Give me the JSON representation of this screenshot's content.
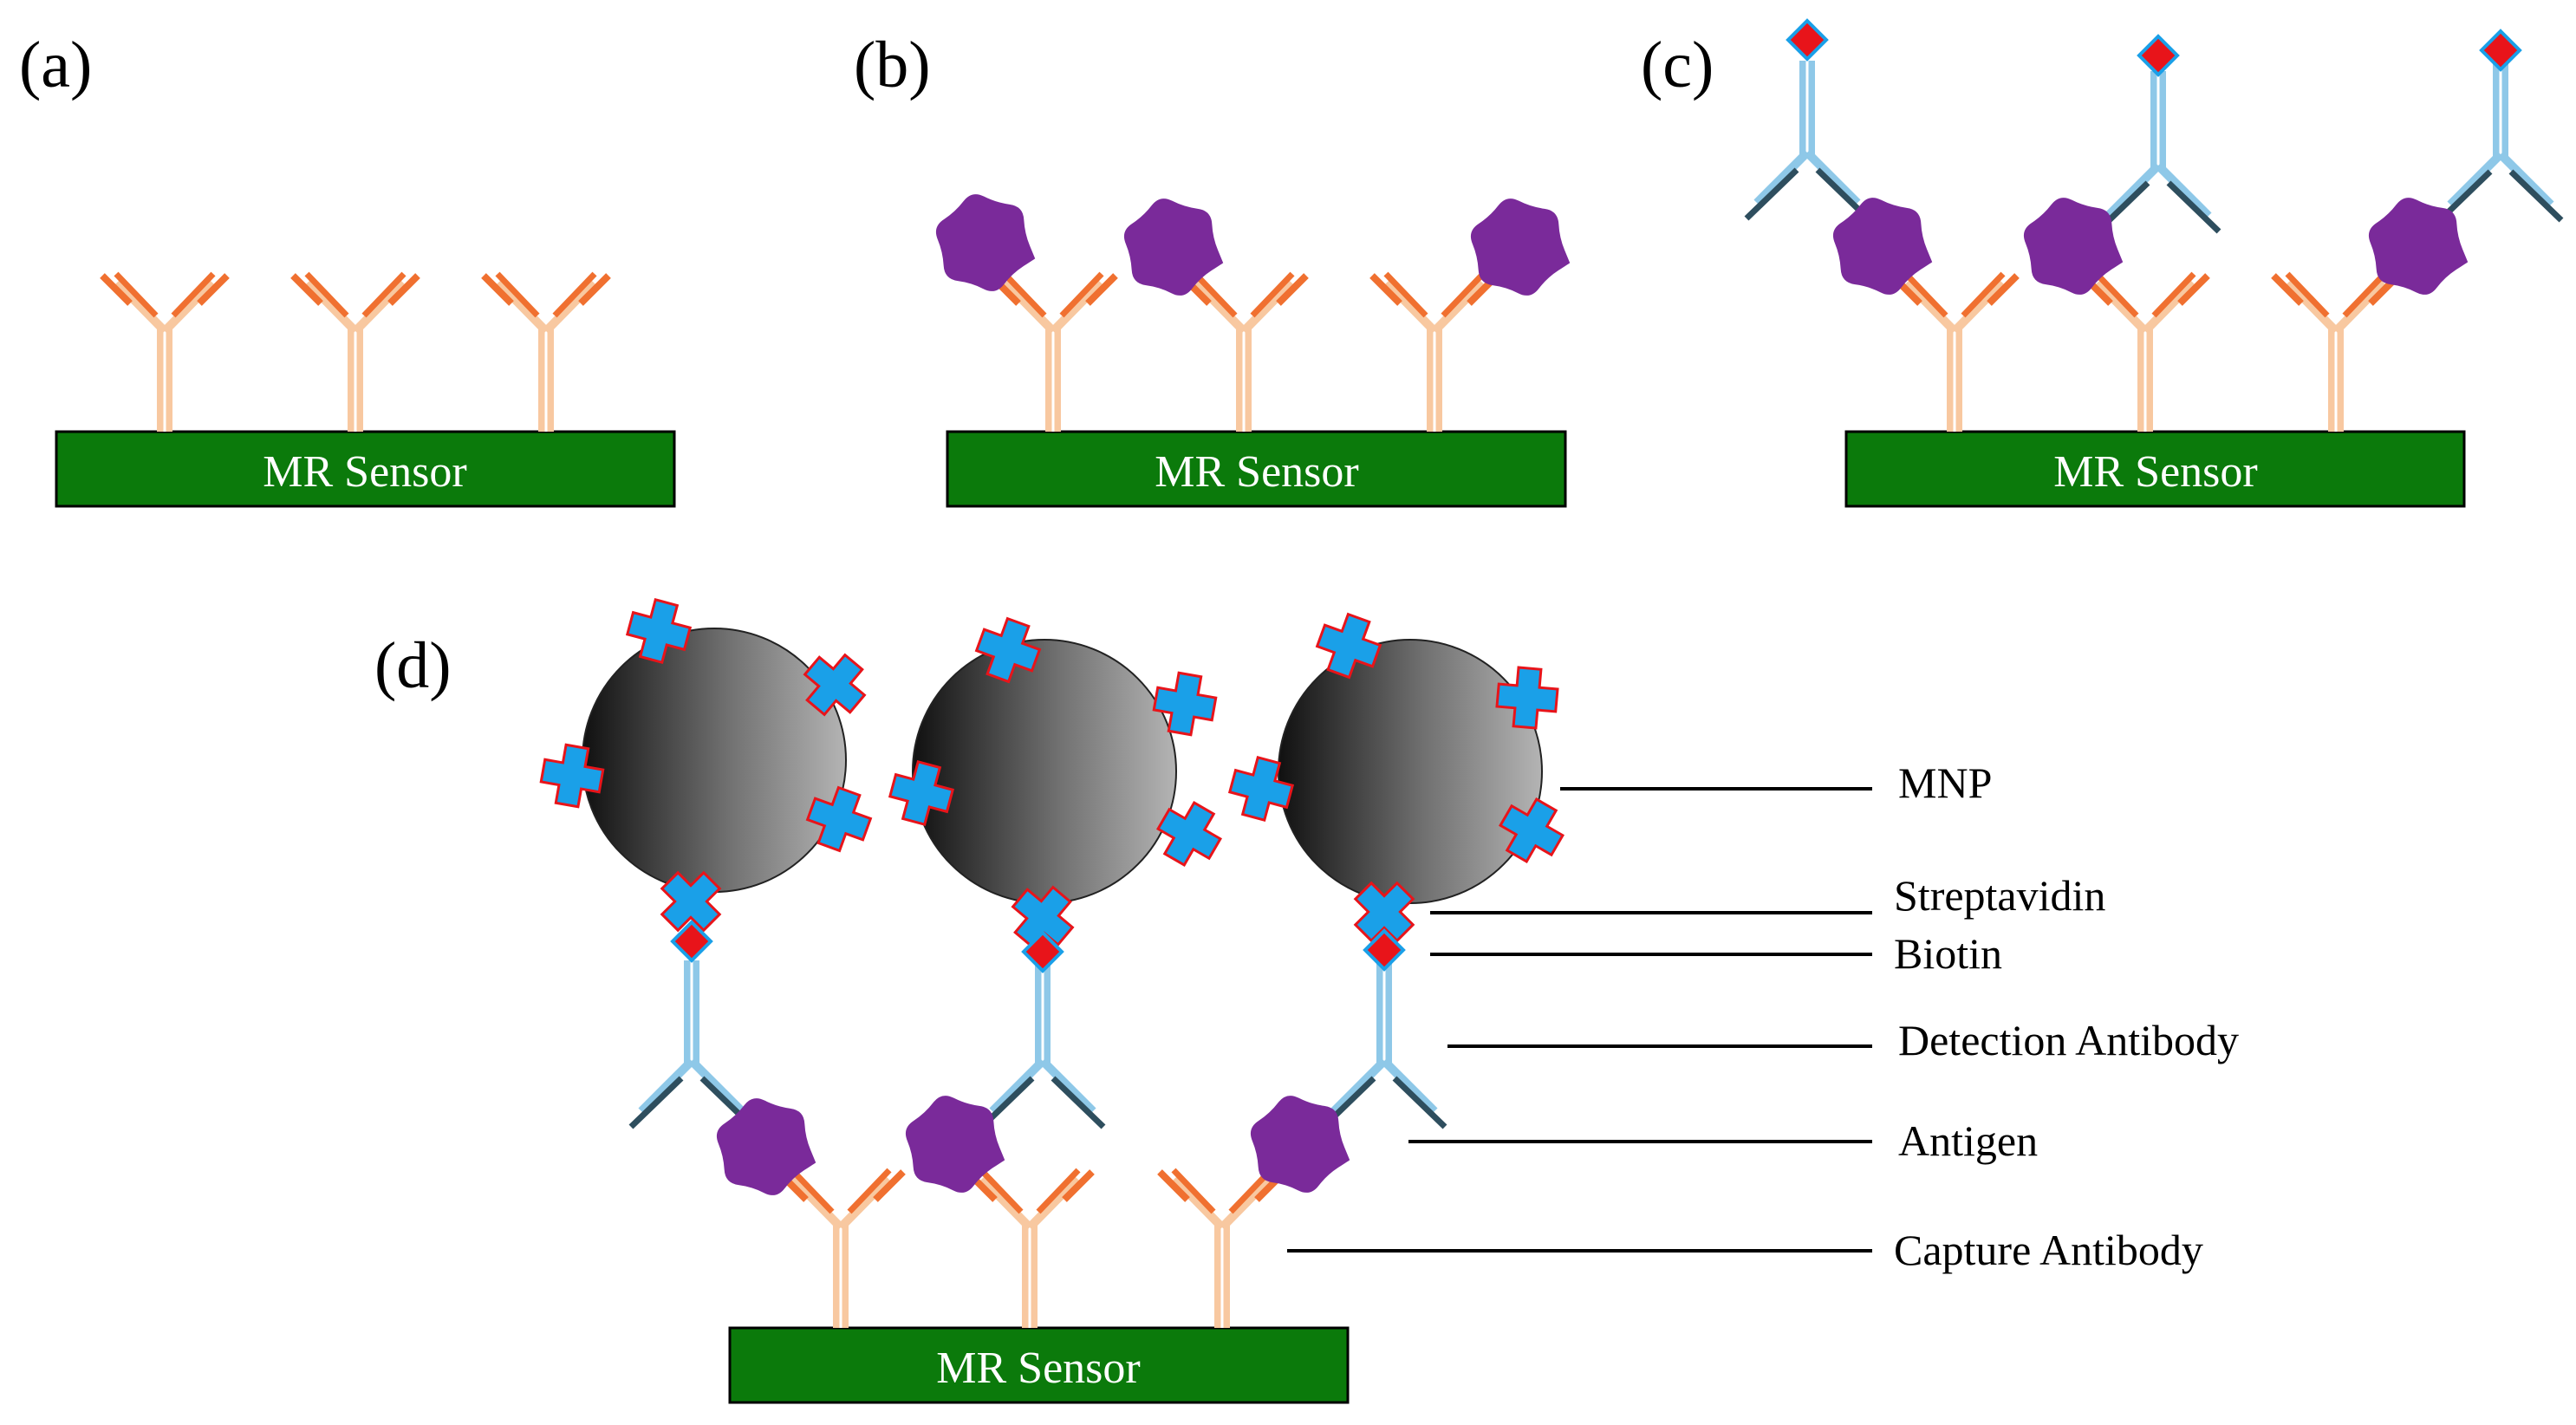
{
  "panels": {
    "a": {
      "label": "(a)"
    },
    "b": {
      "label": "(b)"
    },
    "c": {
      "label": "(c)"
    },
    "d": {
      "label": "(d)"
    }
  },
  "sensor_label": "MR Sensor",
  "legend": {
    "mnp": "MNP",
    "streptavidin": "Streptavidin",
    "biotin": "Biotin",
    "detection_antibody": "Detection Antibody",
    "antigen": "Antigen",
    "capture_antibody": "Capture Antibody"
  },
  "colors": {
    "sensor": "#0b7a0b",
    "capture_stem": "#f8c8a0",
    "capture_arm": "#f07030",
    "antigen": "#7a2a9a",
    "detection_stem": "#8ec8e8",
    "detection_arm": "#2e4e5e",
    "biotin": "#e8141a",
    "streptavidin": "#1aa0e8",
    "mnp_dark": "#111111",
    "mnp_light": "#b0b0b0"
  }
}
